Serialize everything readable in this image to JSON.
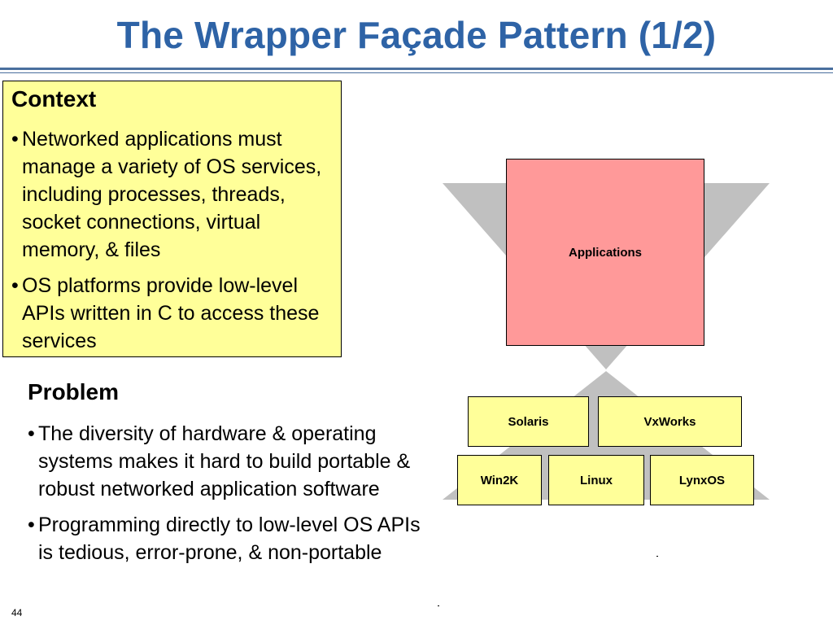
{
  "slide": {
    "title": "The Wrapper Façade Pattern (1/2)",
    "page_number": "44"
  },
  "context": {
    "heading": "Context",
    "bullets": [
      "Networked applications must manage a variety of OS services, including processes, threads, socket connections, virtual memory, & files",
      "OS platforms provide low-level APIs written in C to access these services"
    ]
  },
  "problem": {
    "heading": "Problem",
    "bullets": [
      "The diversity of hardware & operating systems makes it hard to build portable & robust networked application software",
      "Programming directly to low-level OS APIs is tedious, error-prone, & non-portable"
    ]
  },
  "diagram": {
    "applications_label": "Applications",
    "platforms_row1": [
      "Solaris",
      "VxWorks"
    ],
    "platforms_row2": [
      "Win2K",
      "Linux",
      "LynxOS"
    ],
    "colors": {
      "applications_fill": "#ff9999",
      "platform_fill": "#ffff99",
      "funnel_fill": "#c0c0c0",
      "title_color": "#2e63a6"
    }
  }
}
